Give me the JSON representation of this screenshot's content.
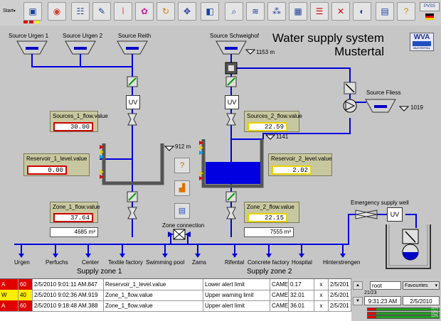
{
  "toolbar": {
    "start_label": "Start",
    "pvss_label": "PVSS",
    "buttons": [
      "system-overview",
      "alarm-panel",
      "settings",
      "edit",
      "temperature",
      "color",
      "refresh",
      "navigate",
      "camera",
      "search",
      "layers",
      "project-view",
      "trend",
      "report",
      "cancel",
      "gradient",
      "save",
      "help"
    ]
  },
  "title": {
    "line1": "Water supply system",
    "line2": "Mustertal"
  },
  "logo": {
    "text": "WVA",
    "sub": "MUSTERTAL"
  },
  "sources": {
    "urgen1": "Source Urgen 1",
    "urgen2": "Source Urgen 2",
    "reith": "Source Reith",
    "schweighof": "Source Schweighof",
    "fliess": "Source Fliess"
  },
  "elevations": {
    "schweighof": "1153 m",
    "fliess": "1019",
    "reservoir1": "912 m",
    "reservoir2": "1141"
  },
  "uv_label": "UV",
  "panels": {
    "sources1": {
      "title": "Sources_1_flow.value",
      "value": "30.00"
    },
    "sources2": {
      "title": "Sources_2_flow.value",
      "value": "22.59"
    },
    "reservoir1": {
      "title": "Reservoir_1_level.value",
      "value": "0.00"
    },
    "reservoir2": {
      "title": "Reservoir_2_level.value",
      "value": "2.02"
    },
    "zone1": {
      "title": "Zone_1_flow.value",
      "value": "37.64",
      "volume": "4685 m³"
    },
    "zone2": {
      "title": "Zone_2_flow.value",
      "value": "22.15",
      "volume": "7555 m³"
    }
  },
  "zone_connection": "Zone connection",
  "emergency_well": "Emergency supply well",
  "consumers_zone1": [
    "Urgen",
    "Perfuchs",
    "Center",
    "Textile factory",
    "Swimming pool"
  ],
  "consumers_zone2": [
    "Zams",
    "Rifental",
    "Concrete factory",
    "Hospital",
    "Hinterstrengen"
  ],
  "zone1_label": "Supply zone 1",
  "zone2_label": "Supply zone 2",
  "alarms": [
    {
      "type": "A",
      "prio": "60",
      "time": "2/5/2010 9:01:11 AM.847",
      "dp": "Reservoir_1_level.value",
      "text": "Lower alert limit",
      "state": "CAME",
      "value": "0.17",
      "ack": "x",
      "date": "2/5/201",
      "color": "#e00000"
    },
    {
      "type": "W",
      "prio": "40",
      "time": "2/5/2010 9:02:36 AM.919",
      "dp": "Zone_1_flow.value",
      "text": "Upper warning limit",
      "state": "CAME",
      "value": "32.01",
      "ack": "x",
      "date": "2/5/201",
      "color": "#ffee00"
    },
    {
      "type": "A",
      "prio": "60",
      "time": "2/5/2010 9:18:48 AM.388",
      "dp": "Zone_1_flow.value",
      "text": "Upper alert limit",
      "state": "CAME",
      "value": "36.01",
      "ack": "x",
      "date": "2/5/201",
      "color": "#e00000"
    }
  ],
  "status": {
    "user": "root",
    "favourites": "Favourites",
    "page": "21/23",
    "time": "9:31:23 AM",
    "date": "2/5/2010",
    "bars": [
      {
        "label": "12%",
        "fill": 0.12
      },
      {
        "label": "12%",
        "fill": 0.12
      },
      {
        "label": "12%",
        "fill": 0.12
      }
    ]
  }
}
